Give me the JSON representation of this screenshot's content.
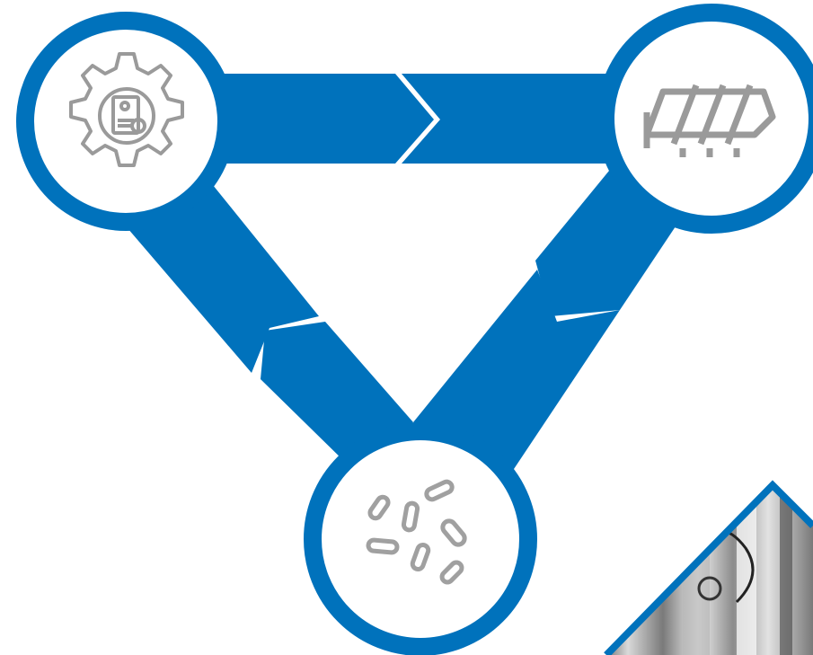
{
  "colors": {
    "primary": "#0072BC",
    "node_fill": "#ffffff",
    "icon_stroke": "#9a9a9a",
    "background": "#ffffff"
  },
  "nodes": [
    {
      "id": "process-design",
      "icon": "gear-document-icon"
    },
    {
      "id": "extrusion",
      "icon": "extruder-screw-icon"
    },
    {
      "id": "pellets",
      "icon": "pellets-icon"
    }
  ],
  "connectors": [
    {
      "from": "process-design",
      "to": "extrusion",
      "direction": "right"
    },
    {
      "from": "extrusion",
      "to": "pellets",
      "direction": "down-left"
    },
    {
      "from": "pellets",
      "to": "process-design",
      "direction": "up-left"
    }
  ],
  "corner_photo": {
    "icon": "industrial-equipment-photo"
  }
}
